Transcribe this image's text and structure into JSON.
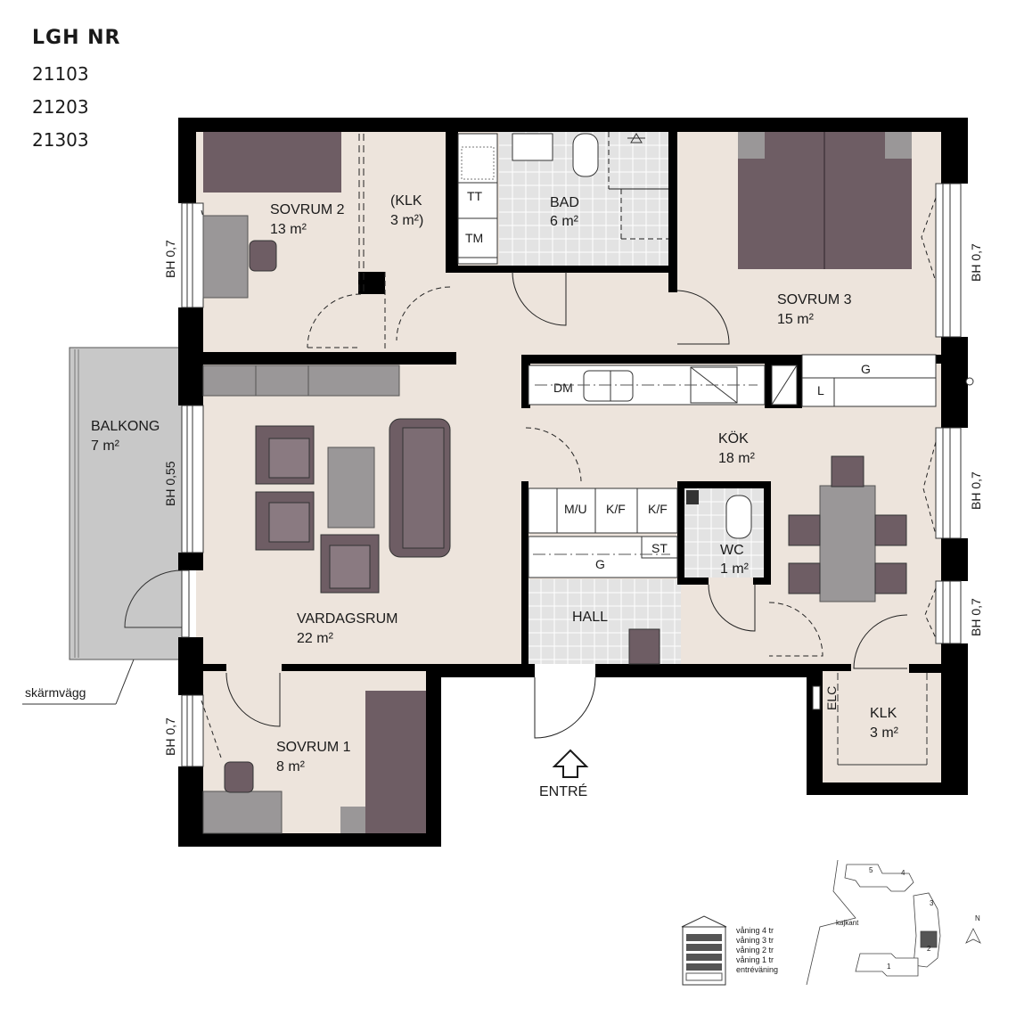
{
  "header": {
    "title": "LGH NR",
    "numbers": [
      "21103",
      "21203",
      "21303"
    ]
  },
  "rooms": {
    "sovrum2": {
      "name": "SOVRUM 2",
      "area": "13 m²"
    },
    "klk_top": {
      "name": "(KLK",
      "area": "3 m²)"
    },
    "bad": {
      "name": "BAD",
      "area": "6 m²"
    },
    "sovrum3": {
      "name": "SOVRUM 3",
      "area": "15 m²"
    },
    "balkong": {
      "name": "BALKONG",
      "area": "7 m²"
    },
    "kok": {
      "name": "KÖK",
      "area": "18 m²"
    },
    "wc": {
      "name": "WC",
      "area": "1 m²"
    },
    "hall": {
      "name": "HALL"
    },
    "vardagsrum": {
      "name": "VARDAGSRUM",
      "area": "22 m²"
    },
    "sovrum1": {
      "name": "SOVRUM 1",
      "area": "8 m²"
    },
    "klk_bottom": {
      "name": "KLK",
      "area": "3 m²"
    }
  },
  "fixtures": {
    "tt": "TT",
    "tm": "TM",
    "dm": "DM",
    "l": "L",
    "g_top": "G",
    "mu": "M/U",
    "kf1": "K/F",
    "kf2": "K/F",
    "st": "ST",
    "g_mid": "G",
    "elc": "ELC"
  },
  "window_labels": {
    "bh_sov2": "BH 0,7",
    "bh_balkong": "BH 0,55",
    "bh_sov1": "BH 0,7",
    "bh_sov3": "BH 0,7",
    "bh_kok1": "BH 0,7",
    "bh_kok2": "BH 0,7"
  },
  "annotations": {
    "skarmvagg": "skärmvägg",
    "entre": "ENTRÉ"
  },
  "floor_legend": [
    "våning 4 tr",
    "våning 3 tr",
    "våning 2 tr",
    "våning 1 tr",
    "entréväning"
  ],
  "keymap": {
    "kajkant": "kajkant",
    "north": "N",
    "numbers": [
      "5",
      "4",
      "3",
      "2",
      "1"
    ]
  },
  "colors": {
    "wall": "#000000",
    "floor": "#ede4dc",
    "tile": "#dedede",
    "furniture_dark": "#6e5d64",
    "furniture_grey": "#9a9798",
    "balcony": "#c8c8c8"
  }
}
